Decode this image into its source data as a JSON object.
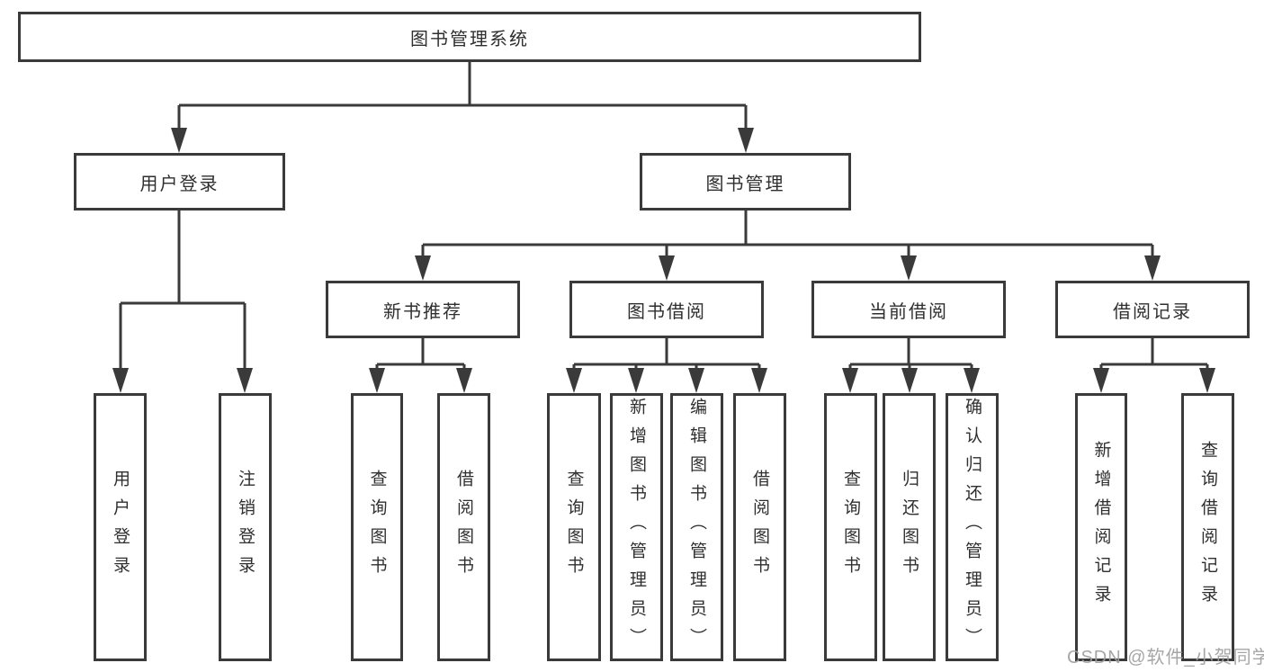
{
  "tree": {
    "root": {
      "label": "图书管理系统",
      "children": [
        {
          "label": "用户登录",
          "children": [
            {
              "label": "用户登录"
            },
            {
              "label": "注销登录"
            }
          ]
        },
        {
          "label": "图书管理",
          "children": [
            {
              "label": "新书推荐",
              "children": [
                {
                  "label": "查询图书"
                },
                {
                  "label": "借阅图书"
                }
              ]
            },
            {
              "label": "图书借阅",
              "children": [
                {
                  "label": "查询图书"
                },
                {
                  "label": "新增图书（管理员）"
                },
                {
                  "label": "编辑图书（管理员）"
                },
                {
                  "label": "借阅图书"
                }
              ]
            },
            {
              "label": "当前借阅",
              "children": [
                {
                  "label": "查询图书"
                },
                {
                  "label": "归还图书"
                },
                {
                  "label": "确认归还（管理员）"
                }
              ]
            },
            {
              "label": "借阅记录",
              "children": [
                {
                  "label": "新增借阅记录"
                },
                {
                  "label": "查询借阅记录"
                }
              ]
            }
          ]
        }
      ]
    }
  },
  "watermark": "CSDN @软件_小贺同学",
  "colors": {
    "line": "#3a3a3a",
    "text": "#2f2f2f",
    "watermark": "#9e9e9e",
    "background": "#ffffff"
  }
}
